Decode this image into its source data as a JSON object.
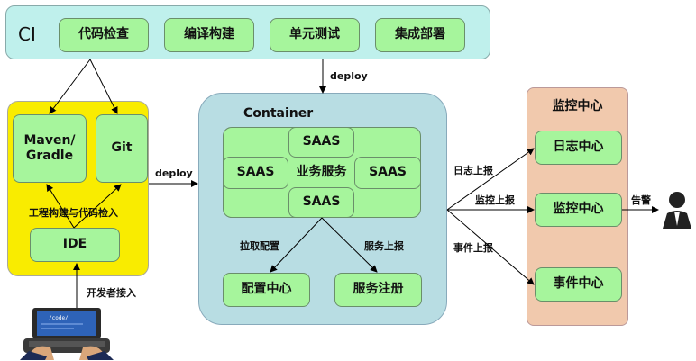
{
  "ci": {
    "label": "CI",
    "steps": [
      "代码检查",
      "编译构建",
      "单元测试",
      "集成部署"
    ]
  },
  "dev": {
    "maven": "Maven/\nGradle",
    "git": "Git",
    "build_link_label": "工程构建与代码检入",
    "ide": "IDE",
    "dev_access_label": "开发者接入",
    "laptop_screen_text": "/code/"
  },
  "deploy_labels": {
    "ci_to_container": "deploy",
    "dev_to_container": "deploy"
  },
  "container": {
    "title": "Container",
    "saas_top": "SAAS",
    "saas_left": "SAAS",
    "core": "业务服务",
    "saas_right": "SAAS",
    "saas_bottom": "SAAS",
    "pull_config_label": "拉取配置",
    "service_report_label": "服务上报",
    "config_center": "配置中心",
    "service_registry": "服务注册"
  },
  "monitoring": {
    "title": "监控中心",
    "log_center": "日志中心",
    "monitor_center": "监控中心",
    "event_center": "事件中心",
    "log_report": "日志上报",
    "monitor_report": "监控上报",
    "event_report": "事件上报",
    "alarm": "告警"
  },
  "colors": {
    "box_green": "#a6f59c",
    "ci_bg": "#bff0ec",
    "dev_bg": "#f9ec00",
    "container_bg": "#b8dde3",
    "monitor_bg": "#f1c9ad"
  }
}
